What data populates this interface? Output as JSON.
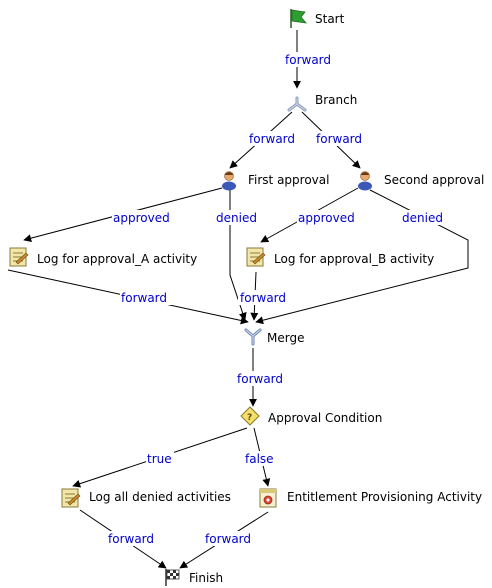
{
  "nodes": {
    "start": {
      "label": "Start",
      "icon": "flag-icon"
    },
    "branch": {
      "label": "Branch",
      "icon": "branch-icon"
    },
    "first_approval": {
      "label": "First approval",
      "icon": "user-icon"
    },
    "second_approval": {
      "label": "Second approval",
      "icon": "user-icon"
    },
    "log_a": {
      "label": "Log for approval_A activity",
      "icon": "log-activity-icon"
    },
    "log_b": {
      "label": "Log for approval_B activity",
      "icon": "log-activity-icon"
    },
    "merge": {
      "label": "Merge",
      "icon": "merge-icon"
    },
    "approval_condition": {
      "label": "Approval Condition",
      "icon": "condition-diamond-icon"
    },
    "log_denied": {
      "label": "Log all denied activities",
      "icon": "log-activity-icon"
    },
    "entitlement": {
      "label": "Entitlement Provisioning Activity",
      "icon": "provisioning-icon"
    },
    "finish": {
      "label": "Finish",
      "icon": "checkered-flag-icon"
    }
  },
  "edges": {
    "start_branch": {
      "label": "forward"
    },
    "branch_first": {
      "label": "forward"
    },
    "branch_second": {
      "label": "forward"
    },
    "first_loga": {
      "label": "approved"
    },
    "first_merge": {
      "label": "denied"
    },
    "second_logb": {
      "label": "approved"
    },
    "second_merge": {
      "label": "denied"
    },
    "loga_merge": {
      "label": "forward"
    },
    "logb_merge": {
      "label": "forward"
    },
    "merge_condition": {
      "label": "forward"
    },
    "condition_logdenied": {
      "label": "true"
    },
    "condition_entitlement": {
      "label": "false"
    },
    "logdenied_finish": {
      "label": "forward"
    },
    "entitlement_finish": {
      "label": "forward"
    }
  },
  "colors": {
    "edge_label": "#0000cc",
    "edge_line": "#000000",
    "node_label": "#000000"
  }
}
